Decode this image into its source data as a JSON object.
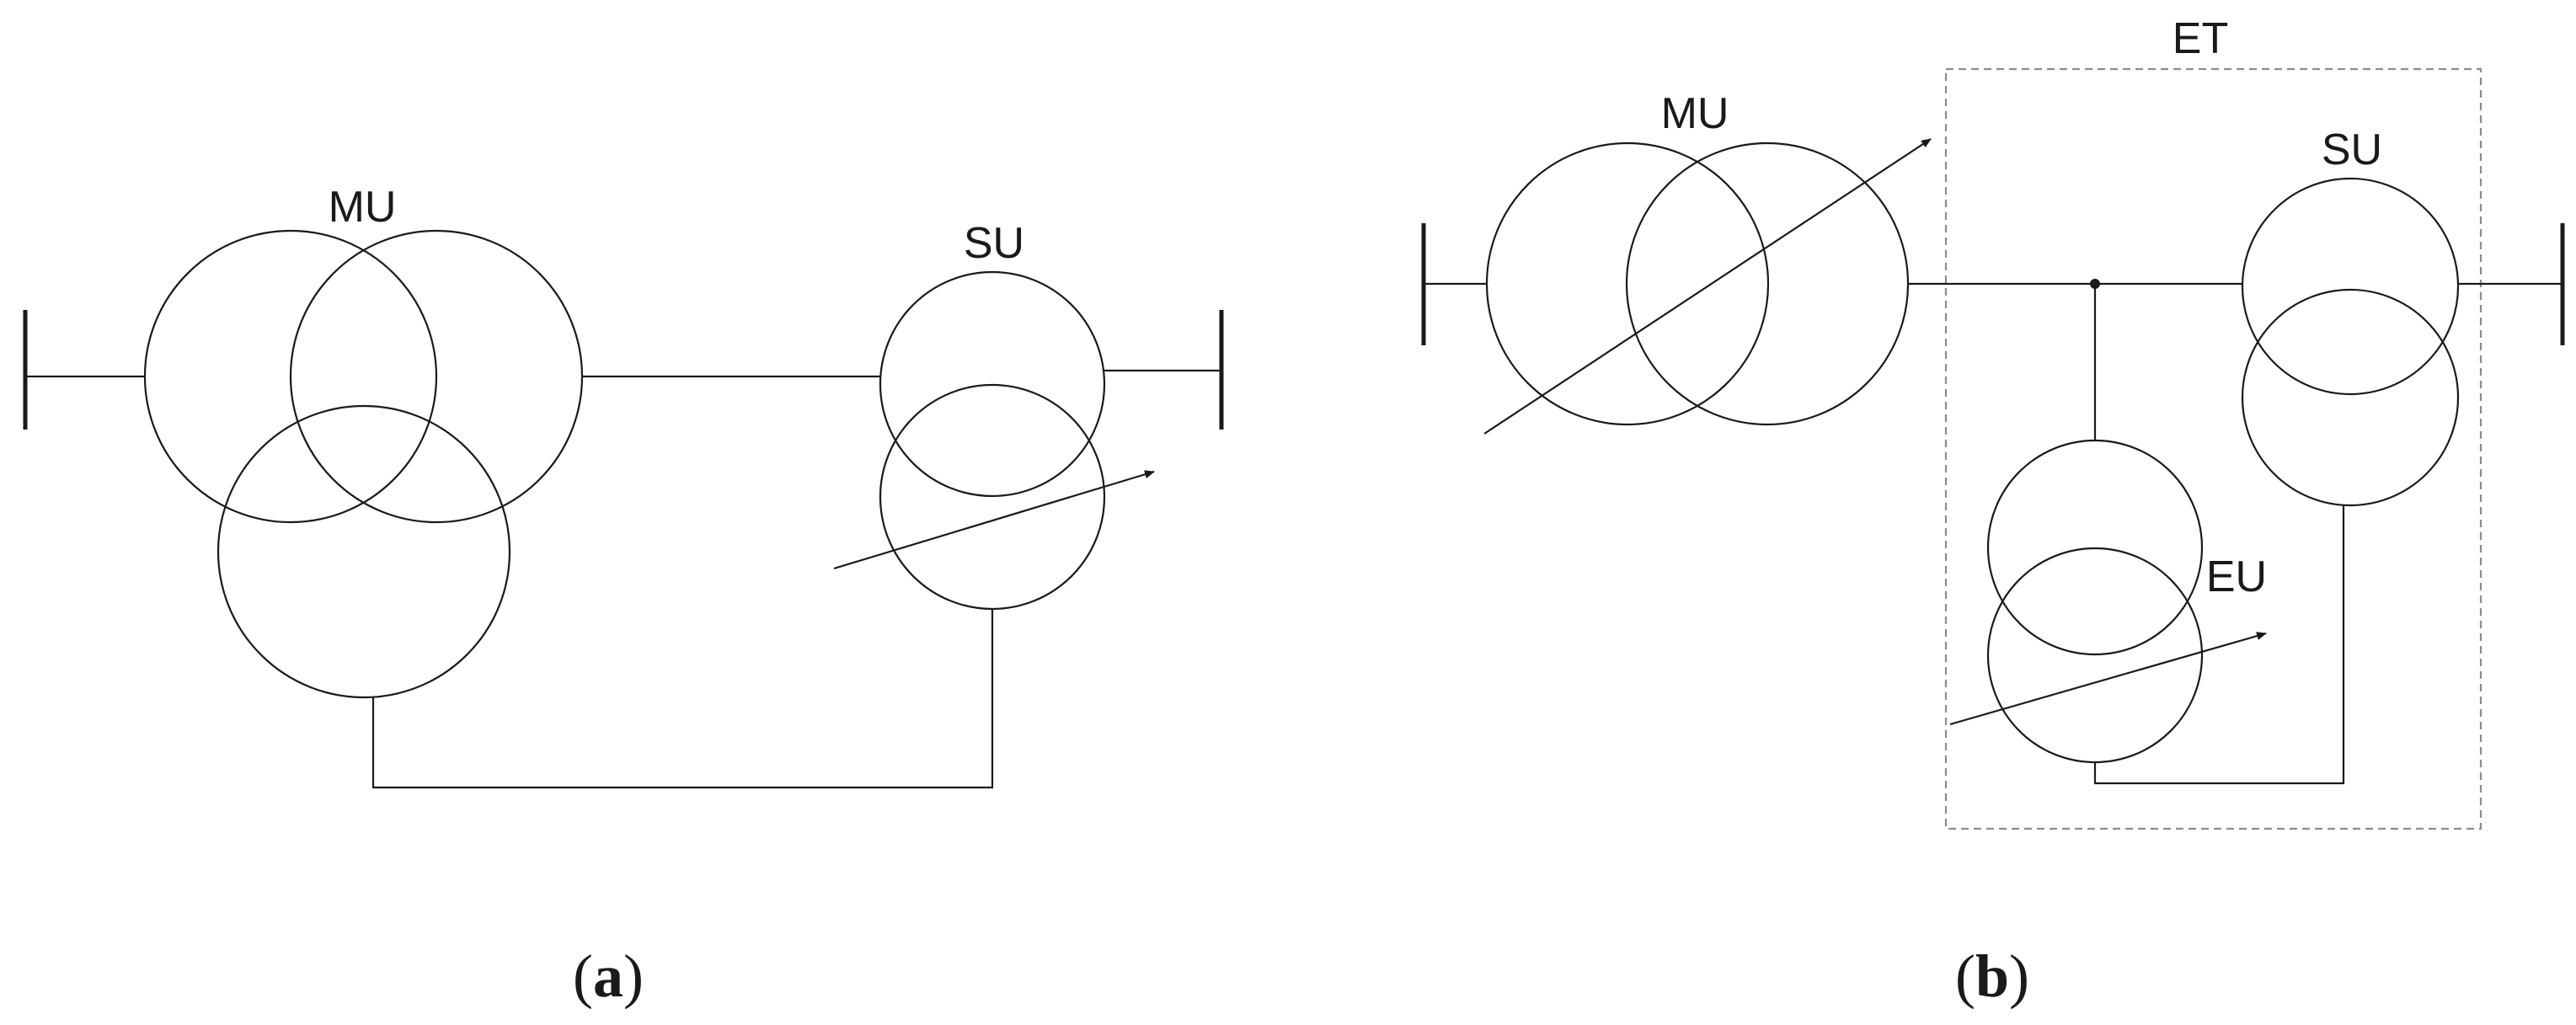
{
  "panel_a": {
    "main_unit_label": "MU",
    "series_unit_label": "SU",
    "caption_open": "(",
    "caption_letter": "a",
    "caption_close": ")"
  },
  "panel_b": {
    "main_unit_label": "MU",
    "series_unit_label": "SU",
    "excitation_unit_label": "EU",
    "enclosure_label": "ET",
    "caption_open": "(",
    "caption_letter": "b",
    "caption_close": ")"
  }
}
